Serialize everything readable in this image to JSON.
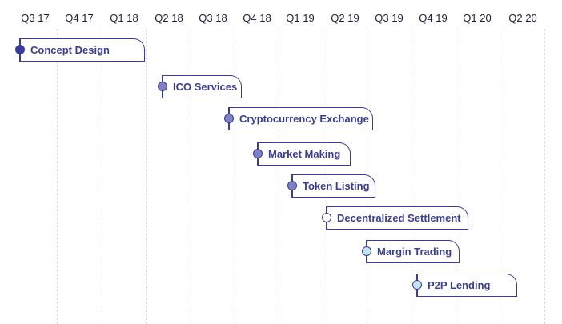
{
  "quarters": [
    "Q3 17",
    "Q4 17",
    "Q1 18",
    "Q2 18",
    "Q3 18",
    "Q4 18",
    "Q1 19",
    "Q2 19",
    "Q3 19",
    "Q4 19",
    "Q1 20",
    "Q2 20"
  ],
  "milestones": [
    {
      "label": "Concept Design",
      "dot_color": "#3a3aa0"
    },
    {
      "label": "ICO Services",
      "dot_color": "#7f7fc8"
    },
    {
      "label": "Cryptocurrency Exchange",
      "dot_color": "#7f7fc8"
    },
    {
      "label": "Market Making",
      "dot_color": "#7f7fc8"
    },
    {
      "label": "Token Listing",
      "dot_color": "#7f7fc8"
    },
    {
      "label": "Decentralized Settlement",
      "dot_color": "#ffffff"
    },
    {
      "label": "Margin Trading",
      "dot_color": "#c2e3f5"
    },
    {
      "label": "P2P Lending",
      "dot_color": "#c2e3f5"
    }
  ],
  "colors": {
    "bar_border": "#3c3f86",
    "text": "#3c3f86",
    "grid": "#d8d8dc"
  }
}
